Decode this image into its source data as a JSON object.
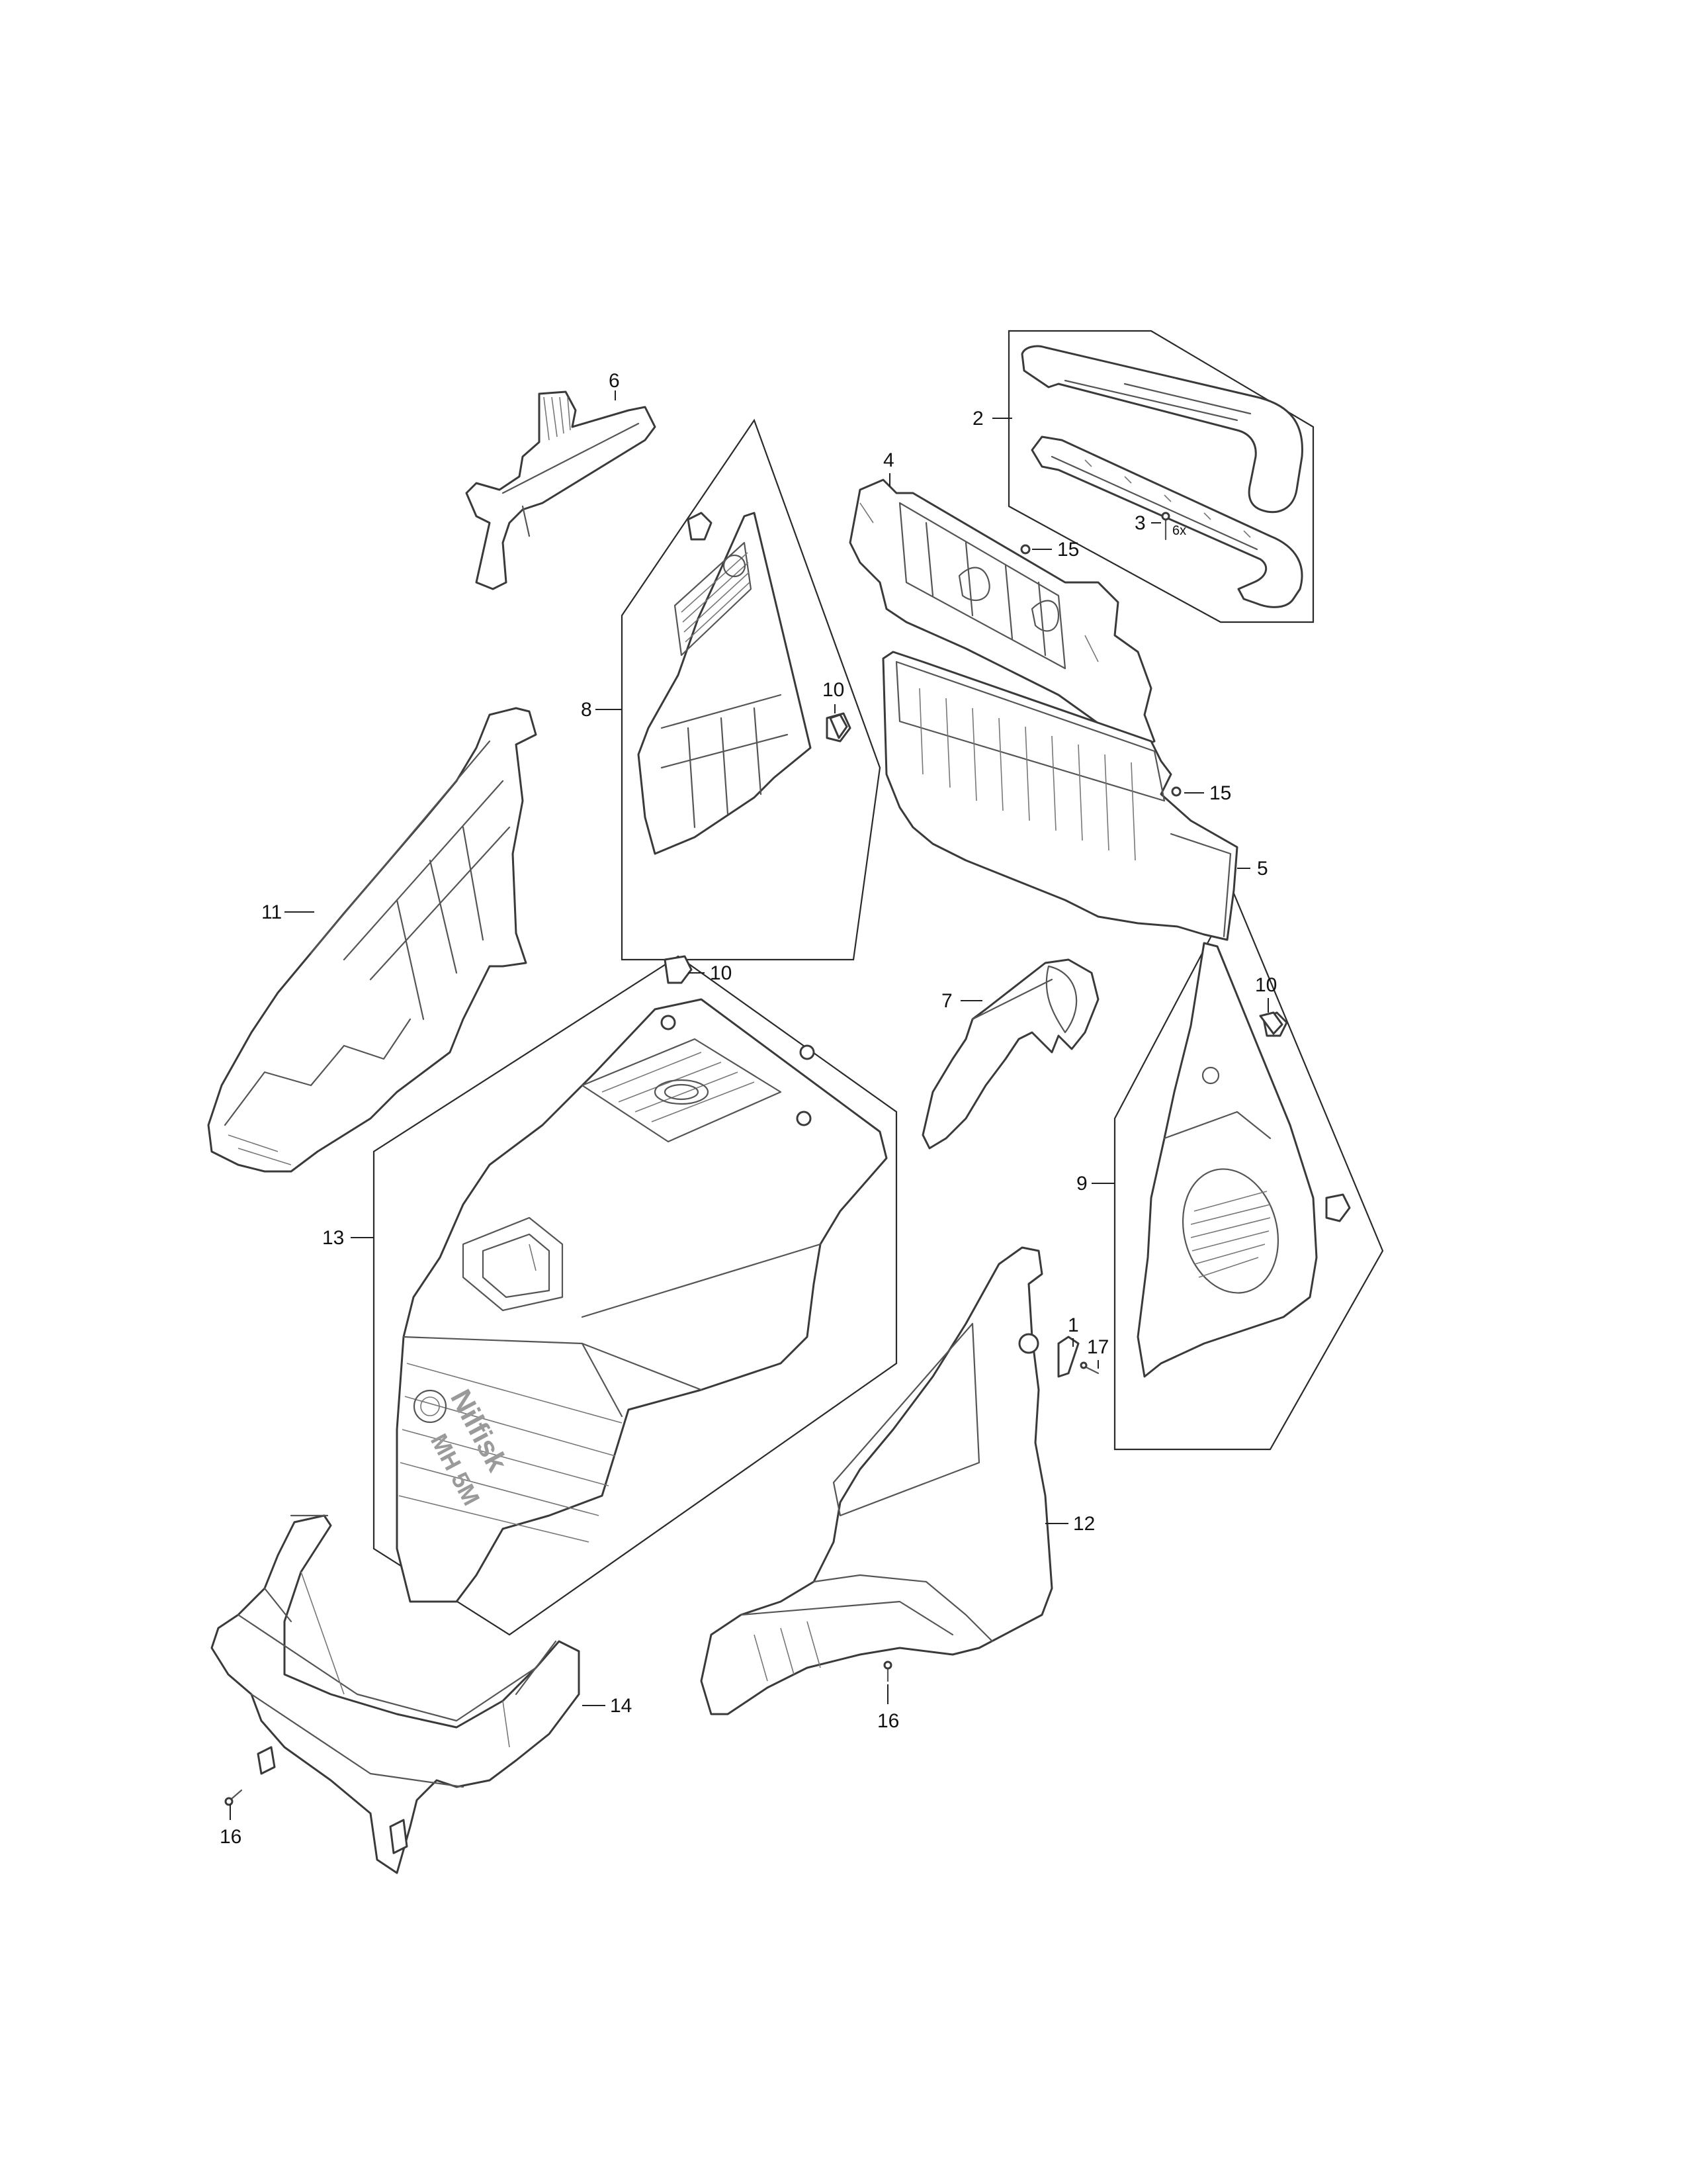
{
  "callouts": {
    "c1": "1",
    "c2": "2",
    "c3": "3",
    "c3_qty": "6x",
    "c4": "4",
    "c5": "5",
    "c6": "6",
    "c7": "7",
    "c8": "8",
    "c9": "9",
    "c10a": "10",
    "c10b": "10",
    "c10c": "10",
    "c11": "11",
    "c12": "12",
    "c13": "13",
    "c14": "14",
    "c15a": "15",
    "c15b": "15",
    "c16a": "16",
    "c16b": "16",
    "c17": "17"
  },
  "housing_logo": {
    "brand": "Nilfisk",
    "model": "MH 5M"
  }
}
